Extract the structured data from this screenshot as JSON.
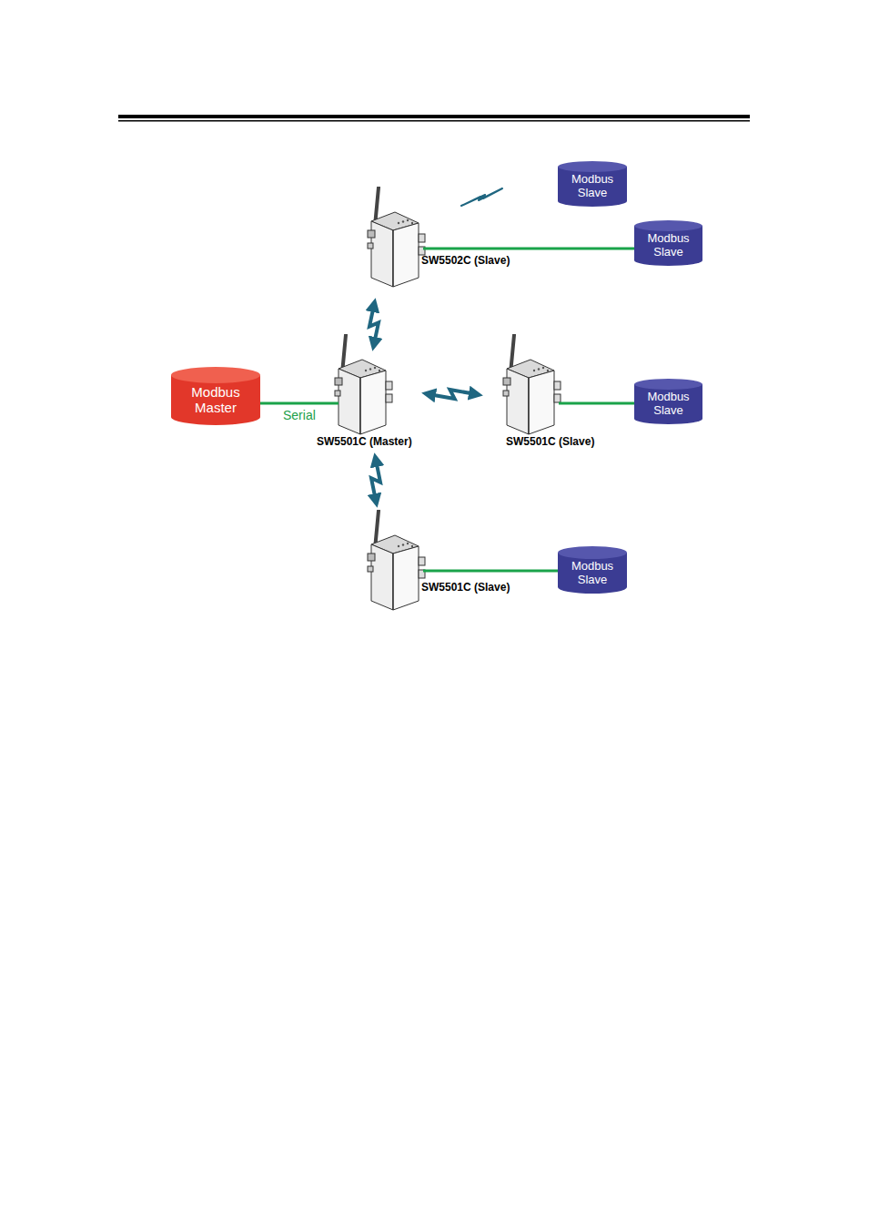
{
  "diagram": {
    "nodes": [
      {
        "text": [
          "Modbus Slave"
        ]
      },
      {
        "text": [
          "SW5502C (Slave)"
        ]
      },
      {
        "text": [
          "Modbus Slave"
        ]
      },
      {
        "text": [
          "Modbus Master"
        ]
      },
      {
        "text": [
          "SW5501C (Master)"
        ]
      },
      {
        "text": [
          "SW5501C (Slave)"
        ]
      },
      {
        "text": [
          "Modbus Slave"
        ]
      },
      {
        "text": [
          "SW5501C (Slave)"
        ]
      },
      {
        "text": [
          "Modbus Slave"
        ]
      }
    ],
    "edges": [
      {
        "from": 1,
        "to": 2,
        "arrow": "none"
      },
      {
        "from": 3,
        "to": 4,
        "label": "Serial",
        "arrow": "none"
      },
      {
        "from": 4,
        "to": 1,
        "arrow": "both"
      },
      {
        "from": 4,
        "to": 5,
        "arrow": "both"
      },
      {
        "from": 5,
        "to": 6,
        "arrow": "none"
      },
      {
        "from": 4,
        "to": 7,
        "arrow": "both"
      },
      {
        "from": 7,
        "to": 8,
        "arrow": "none"
      }
    ]
  }
}
